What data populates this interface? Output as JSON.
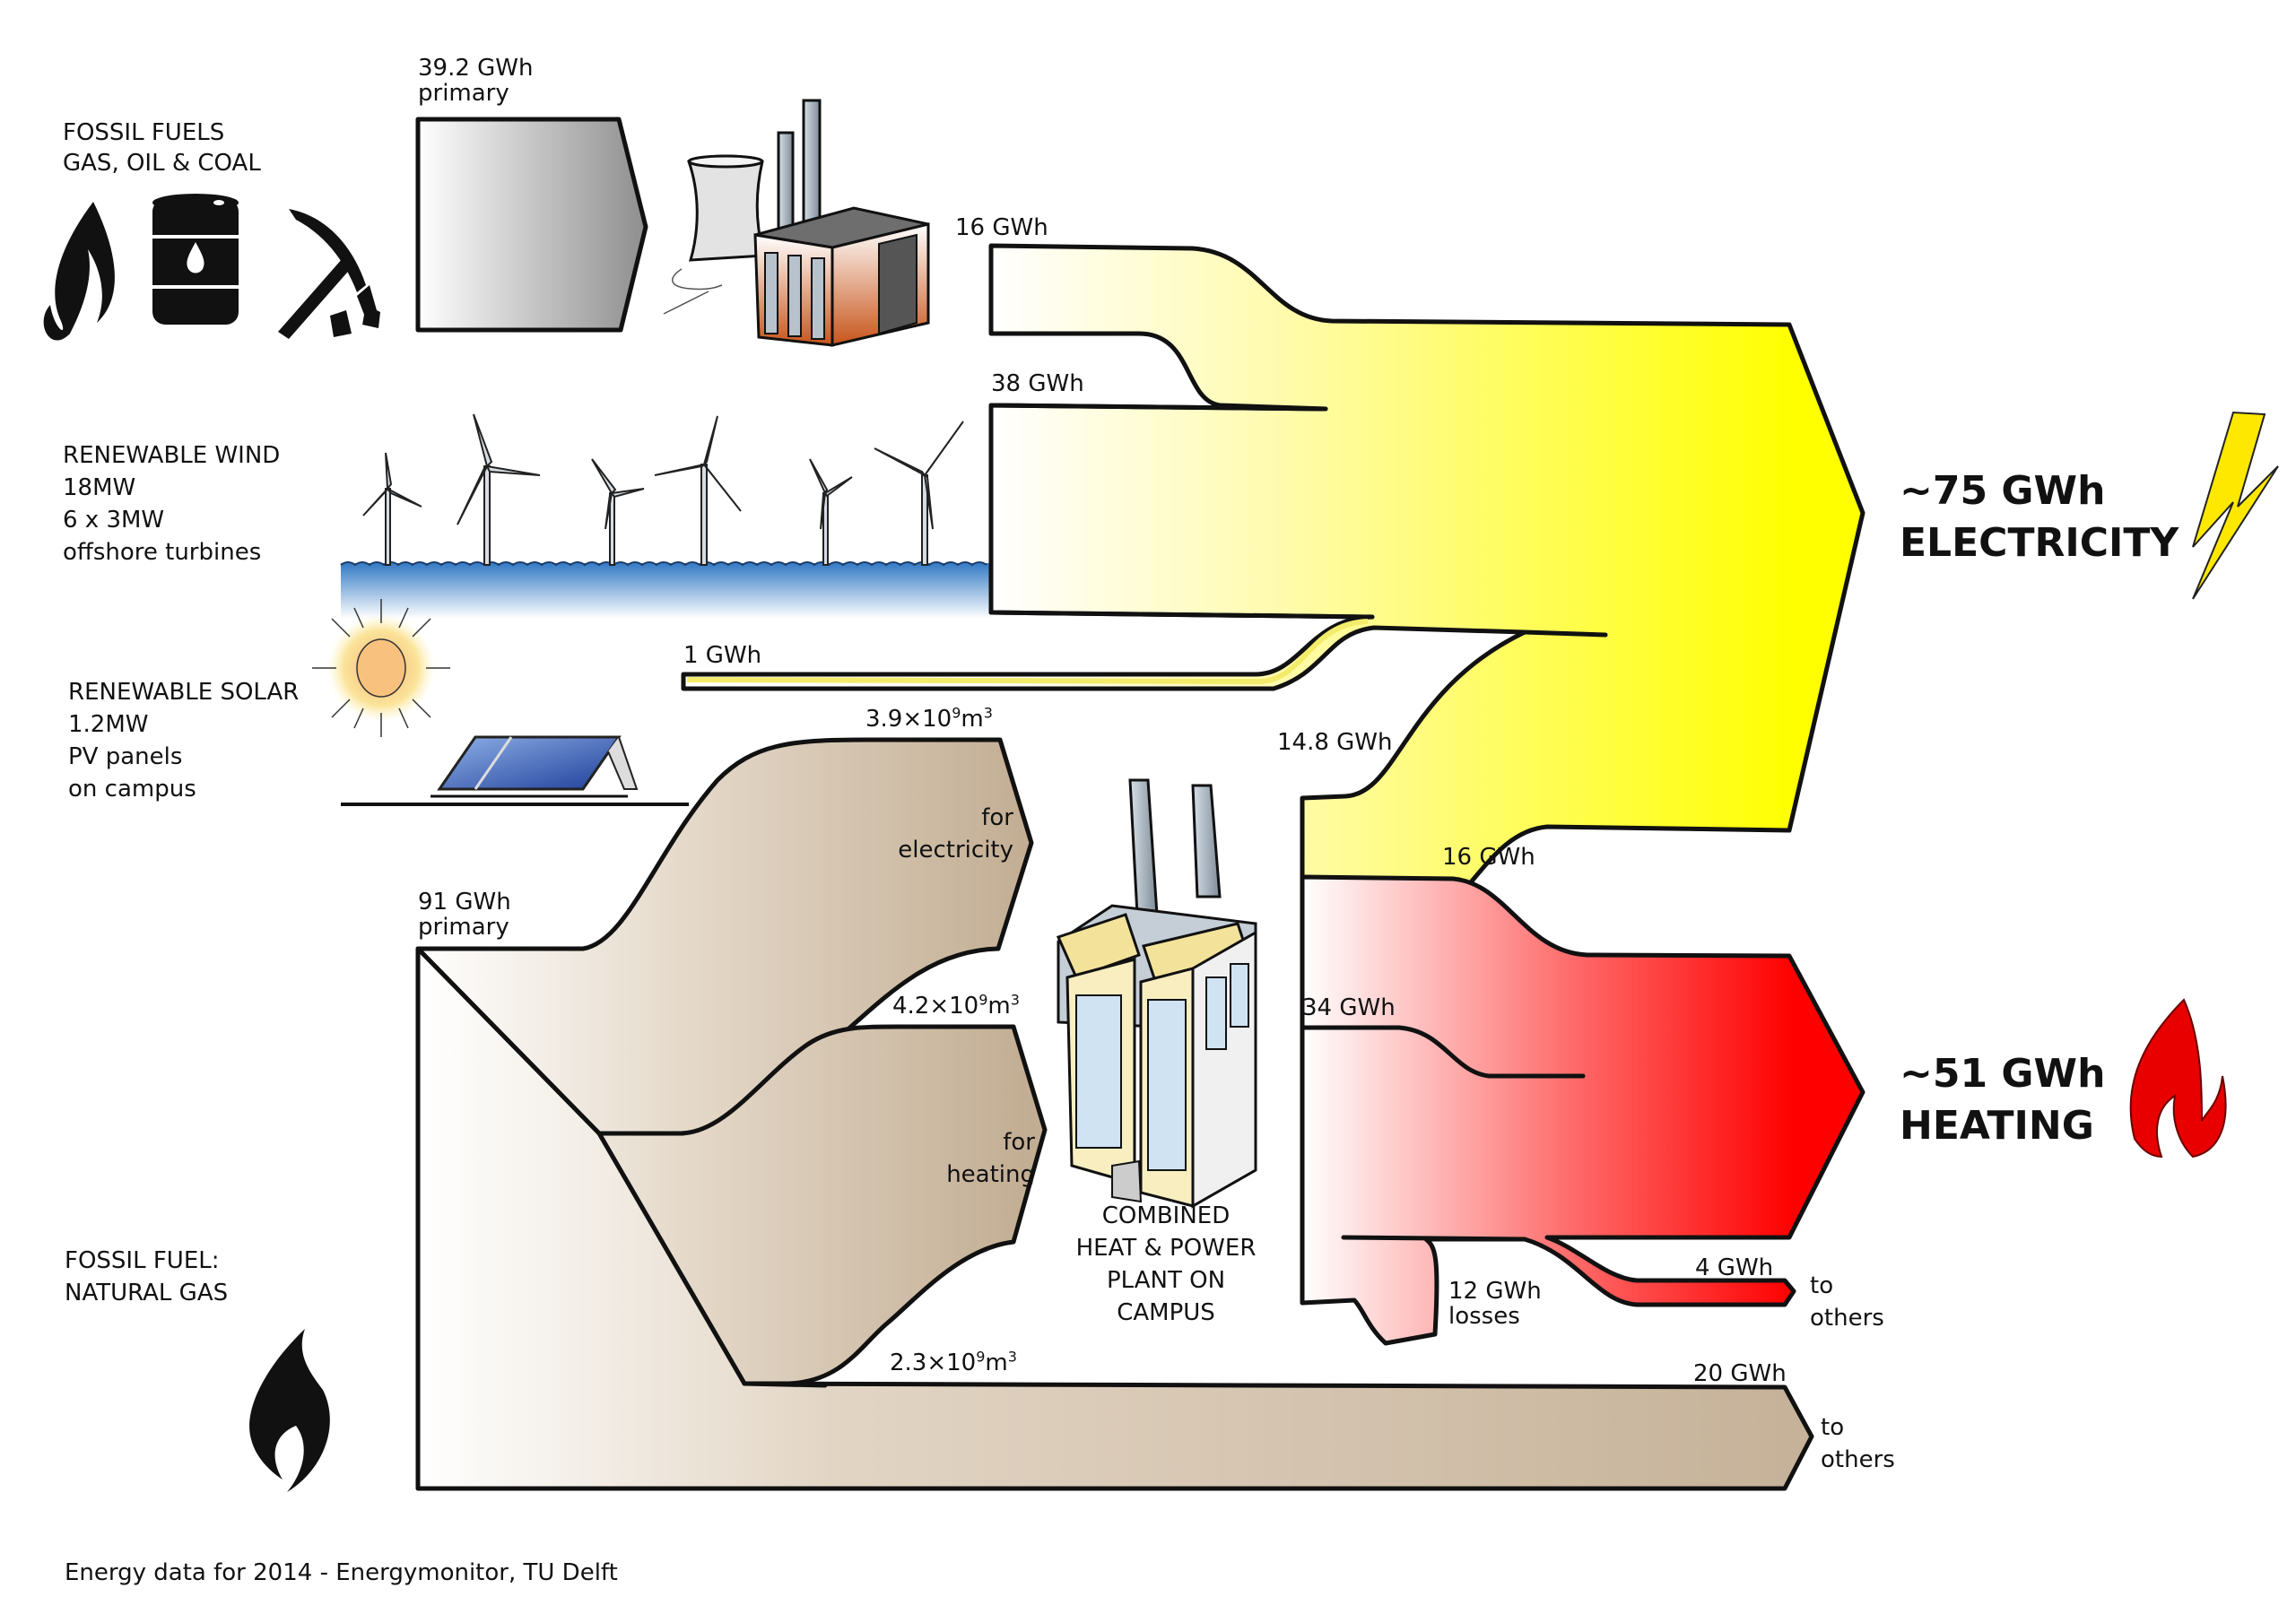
{
  "title": "Campus energy flows",
  "sources": {
    "fossil": {
      "line1": "FOSSIL FUELS",
      "line2": "GAS, OIL & COAL",
      "primary_value": "39.2 GWh",
      "primary_label": "primary",
      "output": "16 GWh"
    },
    "wind": {
      "line1": "RENEWABLE WIND",
      "line2": "18MW",
      "line3": "6 x 3MW",
      "line4": "offshore turbines",
      "output": "38 GWh"
    },
    "solar": {
      "line1": "RENEWABLE SOLAR",
      "line2": "1.2MW",
      "line3": "PV panels",
      "line4": "on campus",
      "output": "1 GWh"
    },
    "gas": {
      "line1": "FOSSIL FUEL:",
      "line2": "NATURAL GAS",
      "primary_value": "91 GWh",
      "primary_label": "primary"
    }
  },
  "gas_flows": {
    "electricity": {
      "volume_base": "3.9×10",
      "volume_exp": "9",
      "unit": "m",
      "unit_exp": "3",
      "label1": "for",
      "label2": "electricity"
    },
    "heating": {
      "volume_base": "4.2×10",
      "volume_exp": "9",
      "unit": "m",
      "unit_exp": "3",
      "label1": "for",
      "label2": "heating"
    },
    "others": {
      "volume_base": "2.3×10",
      "volume_exp": "9",
      "unit": "m",
      "unit_exp": "3",
      "value": "20 GWh",
      "label1": "to",
      "label2": "others"
    }
  },
  "chp": {
    "line1": "COMBINED",
    "line2": "HEAT & POWER",
    "line3": "PLANT ON",
    "line4": "CAMPUS",
    "elec_output": "14.8 GWh",
    "heat_output": "34 GWh"
  },
  "heating_inputs": {
    "external": "16 GWh"
  },
  "heat_outputs": {
    "losses": {
      "value": "12 GWh",
      "label": "losses"
    },
    "others": {
      "value": "4 GWh",
      "label1": "to",
      "label2": "others"
    }
  },
  "totals": {
    "electricity": {
      "value": "~75 GWh",
      "label": "ELECTRICITY"
    },
    "heating": {
      "value": "~51 GWh",
      "label": "HEATING"
    }
  },
  "footer": "Energy data for 2014 - Energymonitor, TU Delft",
  "colors": {
    "electricity": "#ffff00",
    "heating": "#ff0000",
    "gas": "#c4b096",
    "fossil": "#9a9a9a",
    "water": "#3a7cc4",
    "outline": "#1a1a1a"
  },
  "chart_data": {
    "type": "sankey",
    "title": "",
    "units": "GWh",
    "nodes": [
      "Fossil fuels (gas, oil & coal)",
      "Renewable wind",
      "Renewable solar",
      "Natural gas",
      "CHP plant on campus",
      "Electricity",
      "Heating",
      "Losses",
      "Others"
    ],
    "links": [
      {
        "source": "Fossil fuels (gas, oil & coal)",
        "target": "Electricity",
        "value": 16,
        "primary_input": 39.2
      },
      {
        "source": "Renewable wind",
        "target": "Electricity",
        "value": 38
      },
      {
        "source": "Renewable solar",
        "target": "Electricity",
        "value": 1
      },
      {
        "source": "Natural gas",
        "target": "CHP plant on campus",
        "volume_m3": 3900000000.0,
        "purpose": "for electricity"
      },
      {
        "source": "Natural gas",
        "target": "CHP plant on campus",
        "volume_m3": 4200000000.0,
        "purpose": "for heating"
      },
      {
        "source": "Natural gas",
        "target": "Others",
        "value": 20,
        "volume_m3": 2300000000.0
      },
      {
        "source": "CHP plant on campus",
        "target": "Electricity",
        "value": 14.8
      },
      {
        "source": "CHP plant on campus",
        "target": "Heating",
        "value": 34
      },
      {
        "source": "Fossil fuels (gas, oil & coal)",
        "target": "Heating",
        "value": 16
      },
      {
        "source": "Heating",
        "target": "Losses",
        "value": 12
      },
      {
        "source": "Heating",
        "target": "Others",
        "value": 4
      }
    ],
    "totals": {
      "Electricity": 75,
      "Heating": 51,
      "Natural gas primary": 91
    }
  }
}
